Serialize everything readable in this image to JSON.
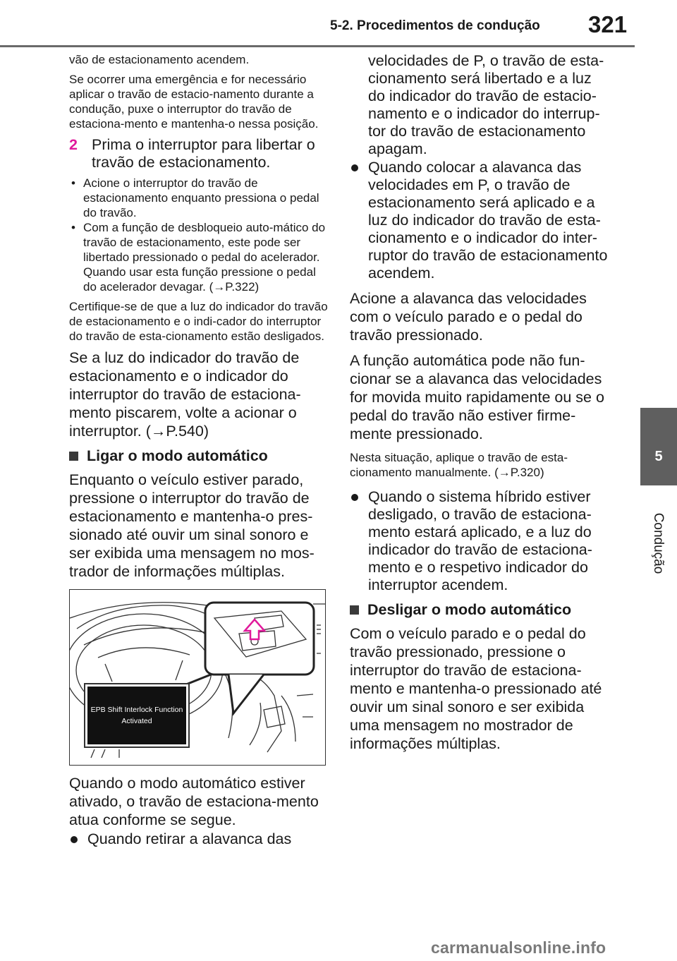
{
  "header": {
    "section": "5-2. Procedimentos de condução",
    "page": "321"
  },
  "side": {
    "chapter": "5",
    "label": "Condução"
  },
  "left": {
    "p1": "vão de estacionamento acendem.",
    "p2": "Se ocorrer uma emergência e for necessário aplicar o travão de estacio-namento durante a condução, puxe o interruptor do travão de estaciona-mento e mantenha-o nessa posição.",
    "step": {
      "num": "2",
      "text": "Prima o interruptor para libertar o travão de estacionamento."
    },
    "bullets": [
      "Acione o interruptor do travão de estacionamento enquanto pressiona o pedal do travão.",
      "Com a função de desbloqueio auto-mático do travão de estacionamento, este pode ser libertado pressionado o pedal do acelerador. Quando usar esta função pressione o pedal do acelerador devagar. (→P.322)"
    ],
    "p3": "Certifique-se de que a luz do indicador do travão de estacionamento e o indi-cador do interruptor do travão de esta-cionamento estão desligados.",
    "p4": "Se a luz do indicador do travão de estacionamento e o indicador do interruptor do travão de estaciona-mento piscarem, volte a acionar o interruptor. (→P.540)",
    "section": "Ligar o modo automático",
    "p5": "Enquanto o veículo estiver parado, pressione o interruptor do travão de estacionamento e mantenha-o pres-sionado até ouvir um sinal sonoro e ser exibida uma mensagem no mos-trador de informações múltiplas.",
    "illustration": {
      "line1": "EPB Shift Interlock Function",
      "line2": "Activated"
    },
    "p6": "Quando o modo automático estiver ativado, o travão de estaciona-mento atua conforme se segue.",
    "bullet_last": "Quando retirar a alavanca das"
  },
  "right": {
    "cont": "velocidades de P, o travão de esta-cionamento será libertado e a luz do indicador do travão de estacio-namento e o indicador do interrup-tor do travão de estacionamento apagam.",
    "bullet1": "Quando colocar a alavanca das velocidades em P, o travão de estacionamento será aplicado e a luz do indicador do travão de esta-cionamento e o indicador do inter-ruptor do travão de estacionamento acendem.",
    "p1": "Acione a alavanca das velocidades com o veículo parado e o pedal do travão pressionado.",
    "p2": "A função automática pode não fun-cionar se a alavanca das velocidades for movida muito rapidamente ou se o pedal do travão não estiver firme-mente pressionado.",
    "p3": "Nesta situação, aplique o travão de esta-cionamento manualmente. (→P.320)",
    "bullet2": "Quando o sistema híbrido estiver desligado, o travão de estaciona-mento estará aplicado, e a luz do indicador do travão de estaciona-mento e o respetivo indicador do interruptor acendem.",
    "section": "Desligar o modo automático",
    "p4": "Com o veículo parado e o pedal do travão pressionado, pressione o interruptor do travão de estaciona-mento e mantenha-o pressionado até ouvir um sinal sonoro e ser exibida uma mensagem no mostrador de informações múltiplas."
  },
  "watermark": "carmanualsonline.info"
}
